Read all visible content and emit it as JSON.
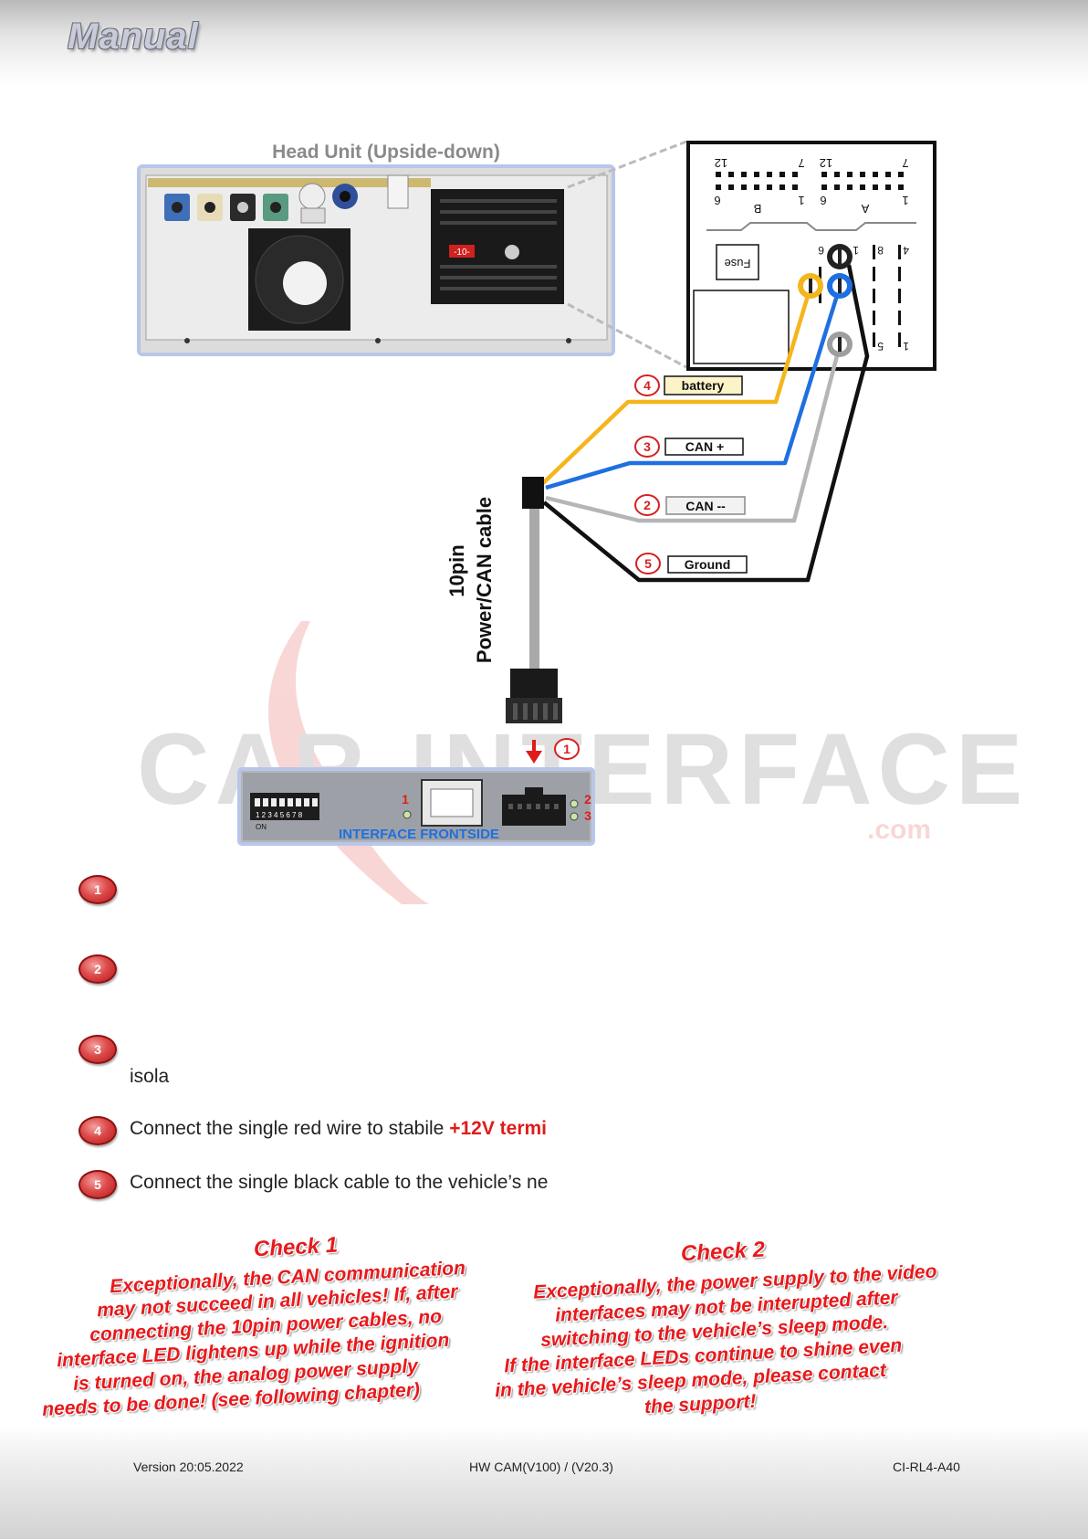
{
  "header": {
    "title": "Manual"
  },
  "diagram": {
    "head_unit_title": "Head Unit (Upside-down)",
    "head_unit_fuse": "-10-",
    "connector_labels": {
      "top_left_12": "12",
      "top_left_7": "7",
      "top_right_12": "12",
      "top_right_7": "7",
      "row_6_left": "6",
      "row_b": "B",
      "row_1_left": "1",
      "row_6_right": "6",
      "row_a": "A",
      "row_1_right": "1",
      "fuse": "Fuse",
      "pin_6": "6",
      "pin_1": "1",
      "pin_8": "8",
      "pin_4": "4",
      "pin_5": "5",
      "pin_1b": "1"
    },
    "wires": [
      {
        "num": "4",
        "label": "battery",
        "color": "#f5b51c"
      },
      {
        "num": "3",
        "label": "CAN +",
        "color": "#1f6fe0"
      },
      {
        "num": "2",
        "label": "CAN --",
        "color": "#b5b5b5"
      },
      {
        "num": "5",
        "label": "Ground",
        "color": "#111111"
      }
    ],
    "cable_line1": "10pin",
    "cable_line2": "Power/CAN cable",
    "plug_badge": "1",
    "interface_label": "INTERFACE FRONTSIDE",
    "led_1": "1",
    "led_2": "2",
    "led_3": "3",
    "dip_numbers": "1 2 3 4 5 6 7 8",
    "dip_on": "ON",
    "watermark": "CAR-INTERFACE",
    "watermark_com": ".com"
  },
  "steps": [
    {
      "num": "1",
      "text": ""
    },
    {
      "num": "2",
      "text": ""
    },
    {
      "num": "3",
      "text": "",
      "sub": "isola"
    },
    {
      "num": "4",
      "text": "Connect the single red wire to stabile ",
      "em": "+12V termi"
    },
    {
      "num": "5",
      "text": "Connect the single black cable to the vehicle’s ne"
    }
  ],
  "check1": {
    "title": "Check 1",
    "lines": [
      "Exceptionally, the CAN communication",
      "may not succeed in all vehicles! If, after",
      "connecting the 10pin power cables, no",
      "interface LED lightens up while the ignition",
      "is turned on, the analog power supply",
      "needs to be done! (see following chapter)"
    ]
  },
  "check2": {
    "title": "Check 2",
    "lines": [
      "Exceptionally, the power supply to the video",
      "interfaces may not be interupted after",
      "switching to the vehicle’s sleep mode.",
      "If the interface LEDs continue to shine even",
      "in the vehicle’s sleep mode, please contact",
      "the support!"
    ]
  },
  "footer": {
    "version": "Version 20:05.2022",
    "hw": "HW CAM(V100) / (V20.3)",
    "code": "CI-RL4-A40"
  },
  "colors": {
    "accent_red": "#e8191b",
    "badge_red": "#c62020"
  }
}
